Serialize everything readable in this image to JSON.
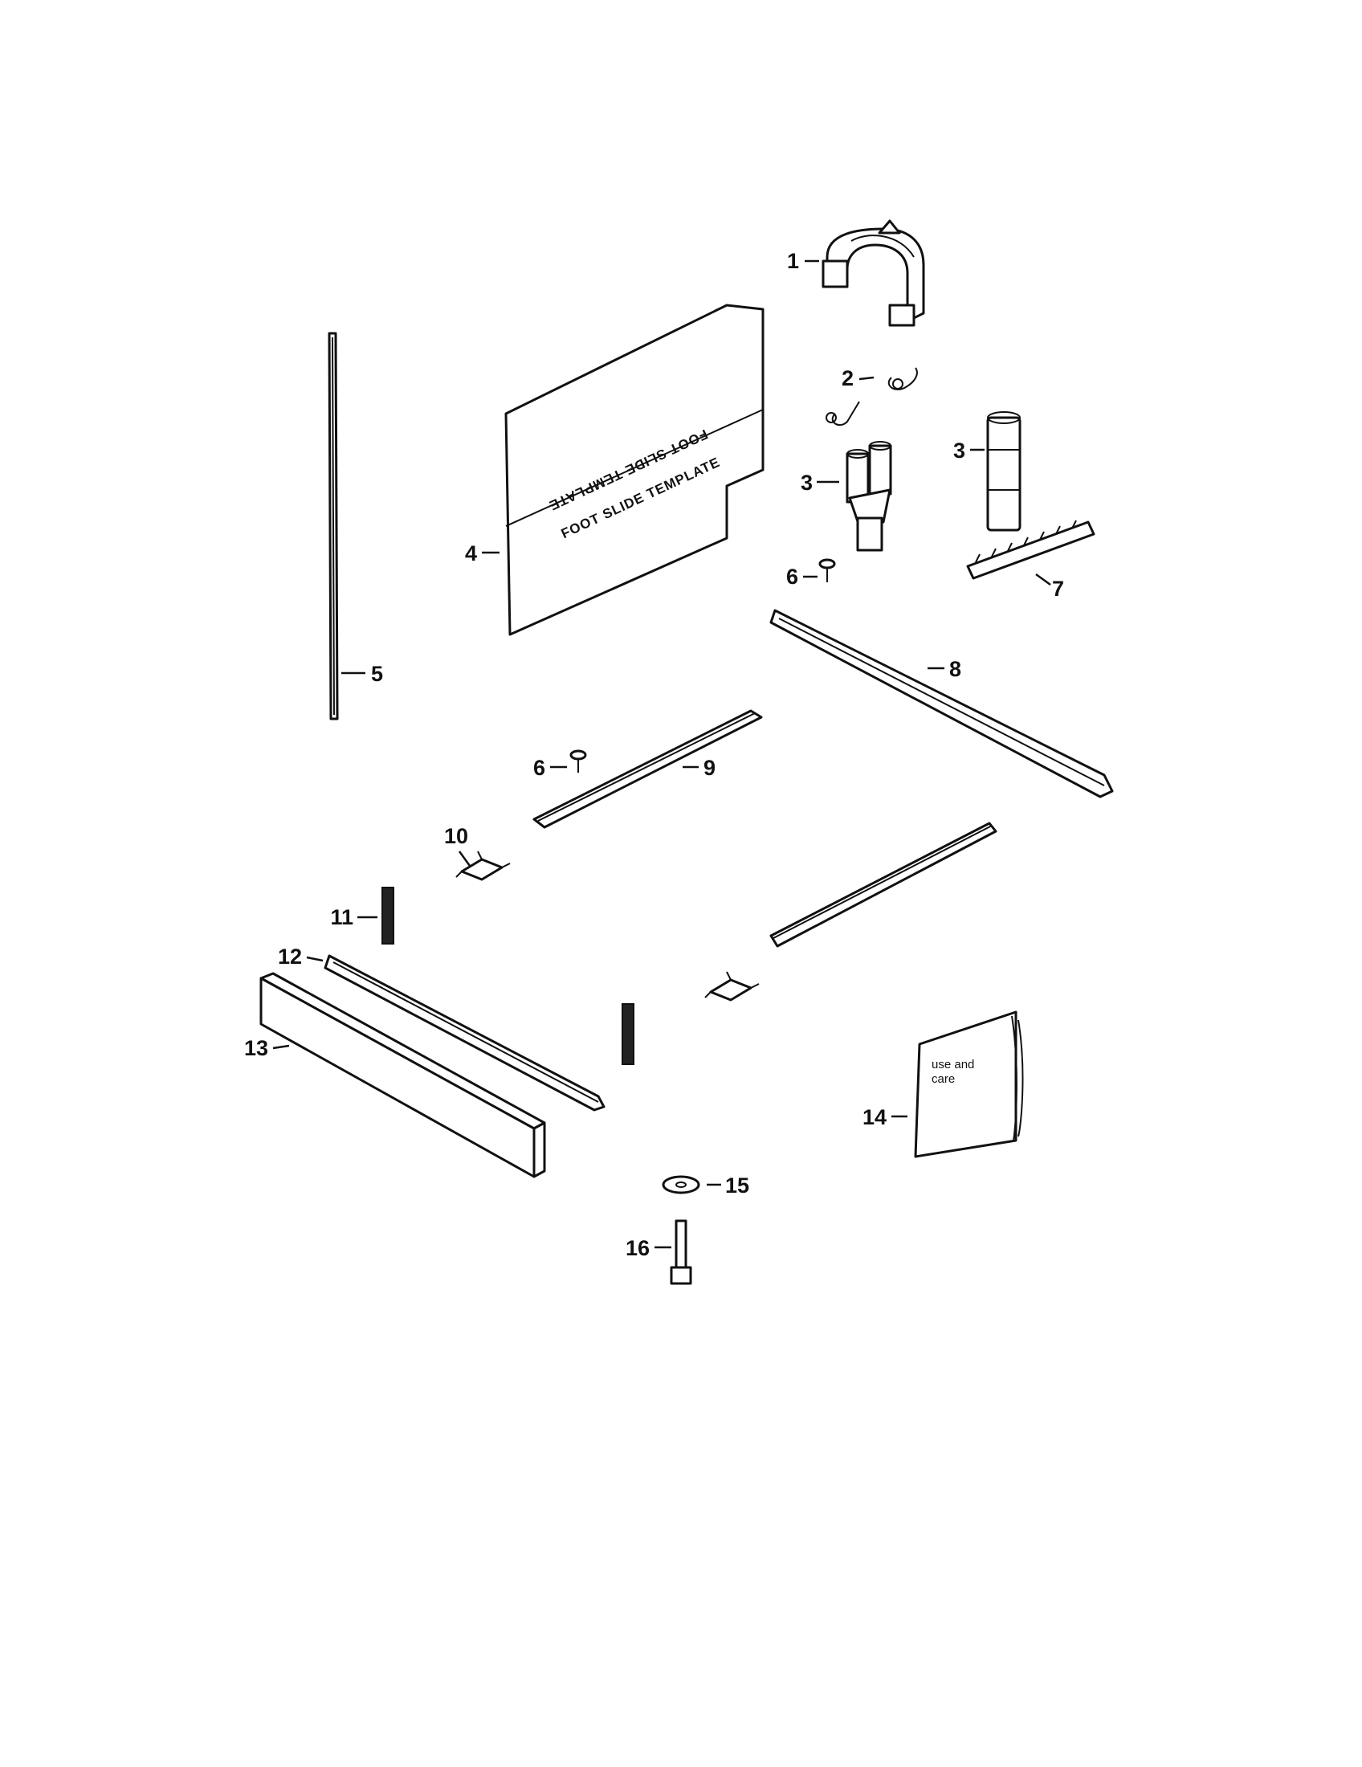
{
  "diagram": {
    "callouts": [
      {
        "key": "c1",
        "number": "1"
      },
      {
        "key": "c2",
        "number": "2"
      },
      {
        "key": "c3a",
        "number": "3"
      },
      {
        "key": "c3b",
        "number": "3"
      },
      {
        "key": "c4",
        "number": "4"
      },
      {
        "key": "c5",
        "number": "5"
      },
      {
        "key": "c6a",
        "number": "6"
      },
      {
        "key": "c6b",
        "number": "6"
      },
      {
        "key": "c7",
        "number": "7"
      },
      {
        "key": "c8",
        "number": "8"
      },
      {
        "key": "c9",
        "number": "9"
      },
      {
        "key": "c10",
        "number": "10"
      },
      {
        "key": "c11",
        "number": "11"
      },
      {
        "key": "c12",
        "number": "12"
      },
      {
        "key": "c13",
        "number": "13"
      },
      {
        "key": "c14",
        "number": "14"
      },
      {
        "key": "c15",
        "number": "15"
      },
      {
        "key": "c16",
        "number": "16"
      }
    ],
    "template_text_upper": "FOOT SLIDE TEMPLATE",
    "template_text_lower": "FOOT SLIDE TEMPLATE",
    "manual_title_line1": "use and",
    "manual_title_line2": "care"
  }
}
